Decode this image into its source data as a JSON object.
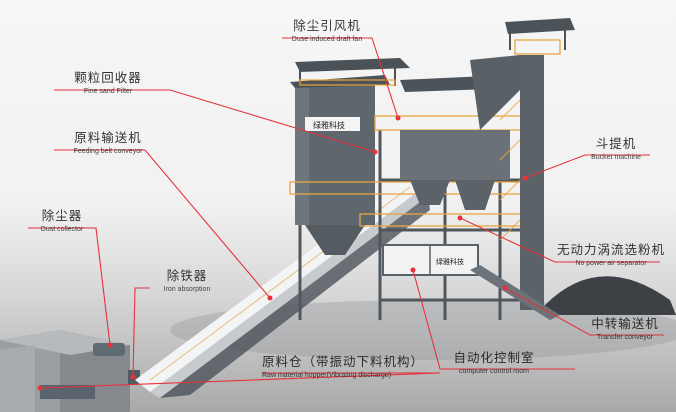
{
  "diagram": {
    "subject": "Dry sand production plant (3D rendering)",
    "accent_color": "#e5323b",
    "structure_color": "#5d666d",
    "railing_color": "#e8a640",
    "brand_logo_text": "绿雅科技",
    "labels": [
      {
        "id": "dust-fan",
        "zh": "除尘引风机",
        "en": "Duse induced draft fan"
      },
      {
        "id": "fine-sand-filter",
        "zh": "颗粒回收器",
        "en": "Fine sand Filter"
      },
      {
        "id": "feeding-belt",
        "zh": "原料输送机",
        "en": "Feeding belt conveyor"
      },
      {
        "id": "dust-collector",
        "zh": "除尘器",
        "en": "Dust collector"
      },
      {
        "id": "iron-absorption",
        "zh": "除铁器",
        "en": "Iron absorption"
      },
      {
        "id": "raw-hopper",
        "zh": "原料仓（带振动下料机构）",
        "en": "Raw material hopper(Vibrating discharge)"
      },
      {
        "id": "control-room",
        "zh": "自动化控制室",
        "en": "computer control room"
      },
      {
        "id": "transfer-conveyor",
        "zh": "中转输送机",
        "en": "Transfer conveyor"
      },
      {
        "id": "air-separator",
        "zh": "无动力涡流选粉机",
        "en": "No power air separator"
      },
      {
        "id": "bucket-machine",
        "zh": "斗提机",
        "en": "Bucket machine"
      }
    ]
  }
}
